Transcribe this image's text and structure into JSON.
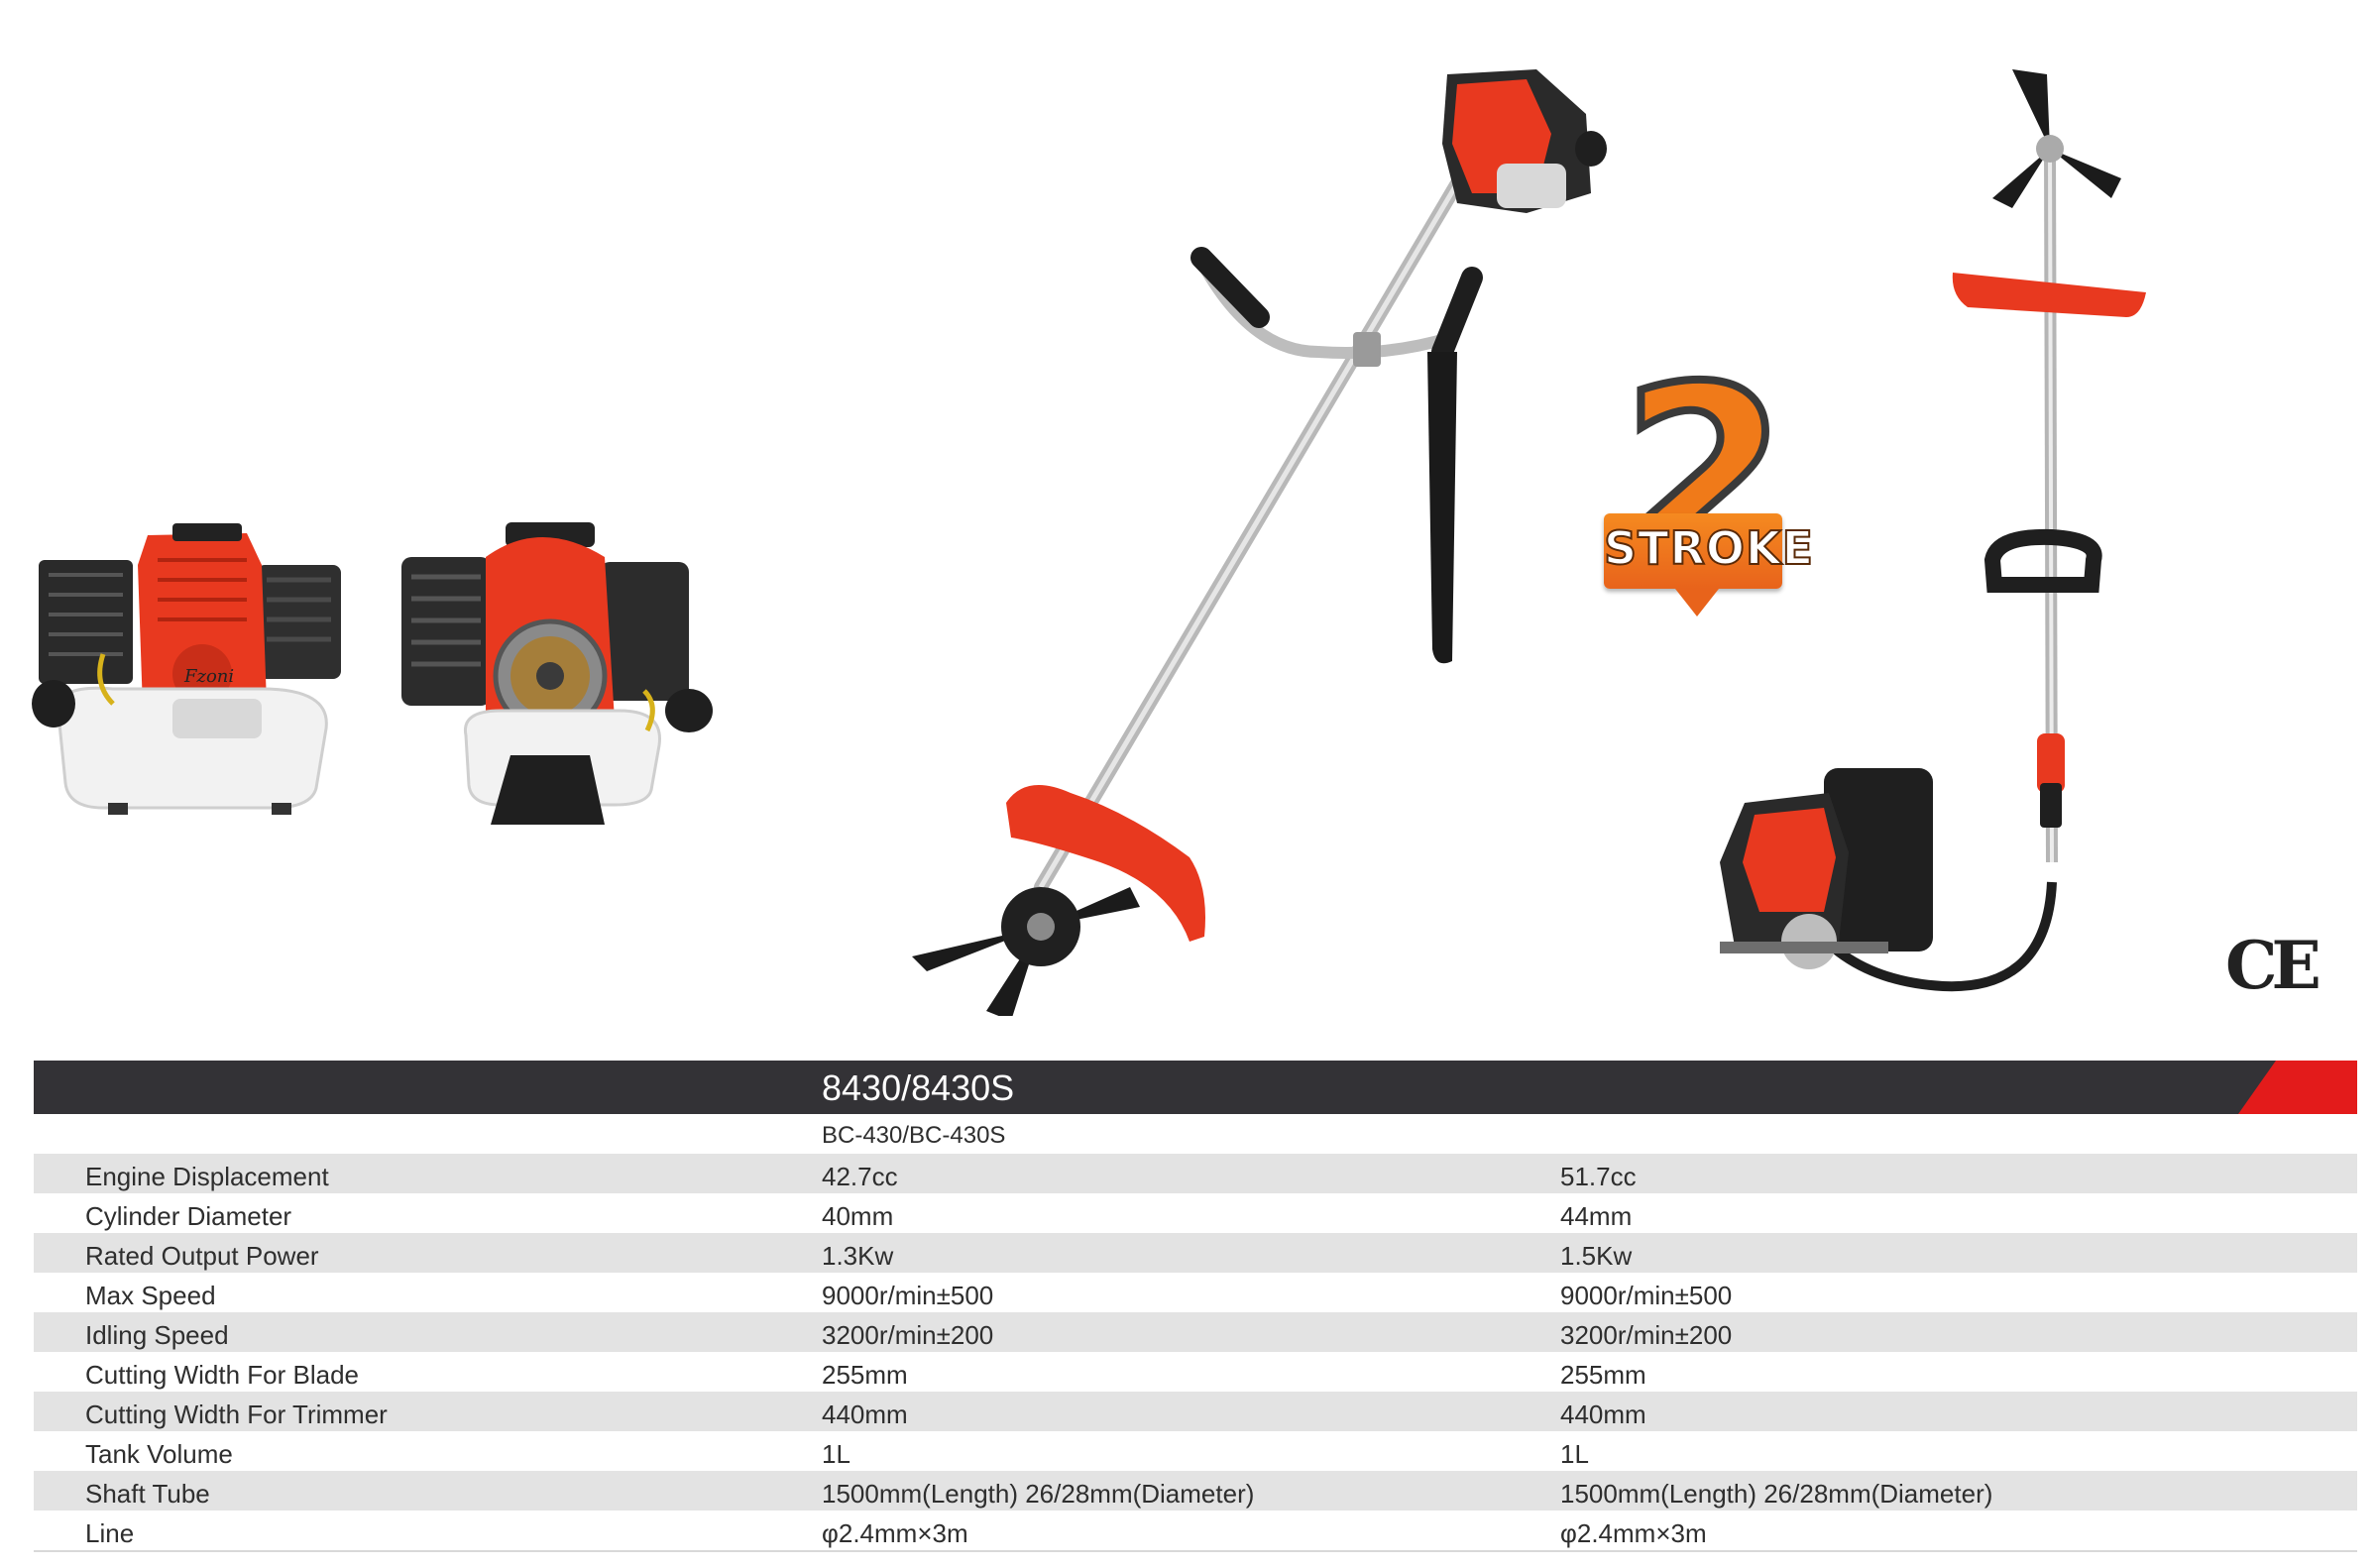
{
  "spec": {
    "model": "8430/8430S",
    "submodel": "BC-430/BC-430S",
    "rows": [
      {
        "label": "Engine Displacement",
        "a": "42.7cc",
        "b": "51.7cc"
      },
      {
        "label": "Cylinder Diameter",
        "a": "40mm",
        "b": "44mm"
      },
      {
        "label": "Rated Output Power",
        "a": "1.3Kw",
        "b": "1.5Kw"
      },
      {
        "label": "Max Speed",
        "a": "9000r/min±500",
        "b": "9000r/min±500"
      },
      {
        "label": "Idling Speed",
        "a": "3200r/min±200",
        "b": "3200r/min±200"
      },
      {
        "label": "Cutting Width For Blade",
        "a": "255mm",
        "b": "255mm"
      },
      {
        "label": "Cutting Width For Trimmer",
        "a": "440mm",
        "b": "440mm"
      },
      {
        "label": "Tank Volume",
        "a": "1L",
        "b": "1L"
      },
      {
        "label": "Shaft Tube",
        "a": "1500mm(Length)  26/28mm(Diameter)",
        "b": "1500mm(Length)  26/28mm(Diameter)"
      },
      {
        "label": "Line",
        "a": "φ2.4mm×3m",
        "b": "φ2.4mm×3m"
      }
    ]
  },
  "badge": {
    "number": "2",
    "word": "STROKE"
  },
  "certification": "CE",
  "colors": {
    "brand_red": "#e31b1b",
    "engine_red": "#e8391f",
    "stroke_orange": "#f07a19",
    "bar_dark": "#333236",
    "row_shade": "#e3e3e3"
  },
  "icons": [
    "engine-front-photo",
    "engine-back-photo",
    "brush-cutter-photo",
    "backpack-brush-cutter-photo"
  ]
}
